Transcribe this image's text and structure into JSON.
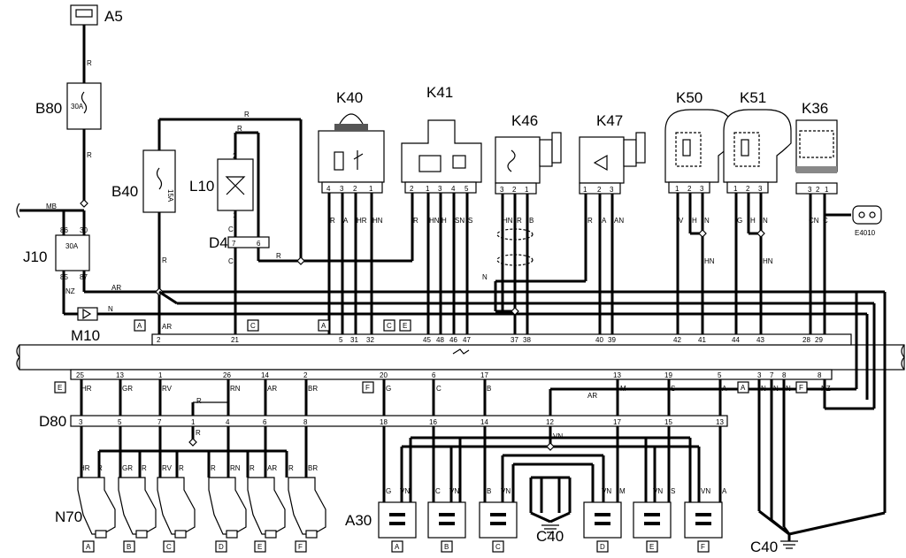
{
  "components": {
    "a5": "A5",
    "b80": "B80",
    "b80_rating": "30A",
    "b40": "B40",
    "b40_rating": "15A",
    "l10": "L10",
    "d4": "D4",
    "j10": "J10",
    "j10_rating": "30A",
    "m10": "M10",
    "k40": "K40",
    "k41": "K41",
    "k46": "K46",
    "k47": "K47",
    "k50": "K50",
    "k51": "K51",
    "k36": "K36",
    "e4010": "E4010",
    "d80": "D80",
    "n70": "N70",
    "a30": "A30",
    "c40_left": "C40",
    "c40_right": "C40"
  },
  "connector_letters": {
    "top": [
      "A",
      "C",
      "A",
      "C",
      "E"
    ],
    "bottom_left": "E",
    "bottom_mid": "F",
    "bottom_right": [
      "A",
      "F"
    ]
  },
  "bus_pins_top": [
    "2",
    "21",
    "5",
    "31",
    "32",
    "45",
    "48",
    "46",
    "47",
    "37",
    "38",
    "40",
    "39",
    "42",
    "41",
    "44",
    "43",
    "28",
    "29"
  ],
  "bus_pins_bottom": [
    "25",
    "13",
    "1",
    "26",
    "14",
    "2",
    "20",
    "6",
    "17",
    "13",
    "19",
    "5",
    "3",
    "7",
    "8",
    "8"
  ],
  "d80_pins": [
    "3",
    "5",
    "7",
    "1",
    "4",
    "6",
    "8",
    "18",
    "16",
    "14",
    "12",
    "17",
    "15",
    "13"
  ],
  "wire_codes": {
    "r": "R",
    "mb": "MB",
    "nz": "NZ",
    "ar": "AR",
    "n": "N",
    "c": "C",
    "a": "A",
    "hr": "HR",
    "hn": "HN",
    "h": "H",
    "sn": "SN",
    "s": "S",
    "b": "B",
    "an": "AN",
    "v": "V",
    "g": "G",
    "cn": "CN",
    "gr": "GR",
    "rv": "RV",
    "rn": "RN",
    "br": "BR",
    "m": "M",
    "vn": "VN"
  },
  "relay_pins": [
    "86",
    "30",
    "85",
    "87"
  ],
  "d4_pins": [
    "7",
    "6"
  ],
  "l10_pins": [
    "2",
    "1"
  ],
  "k40_pins": [
    "4",
    "3",
    "2",
    "1"
  ],
  "k41_pins": [
    "2",
    "1",
    "3",
    "4",
    "5"
  ],
  "k46_pins": [
    "3",
    "2",
    "1"
  ],
  "k47_pins": [
    "1",
    "2",
    "3"
  ],
  "k50_pins": [
    "1",
    "2",
    "3"
  ],
  "k51_pins": [
    "1",
    "2",
    "3"
  ],
  "k36_pins": [
    "3",
    "2",
    "1"
  ],
  "injectors": [
    "A",
    "B",
    "C",
    "D",
    "E",
    "F"
  ],
  "coils": [
    "A",
    "B",
    "C",
    "D",
    "E",
    "F"
  ]
}
